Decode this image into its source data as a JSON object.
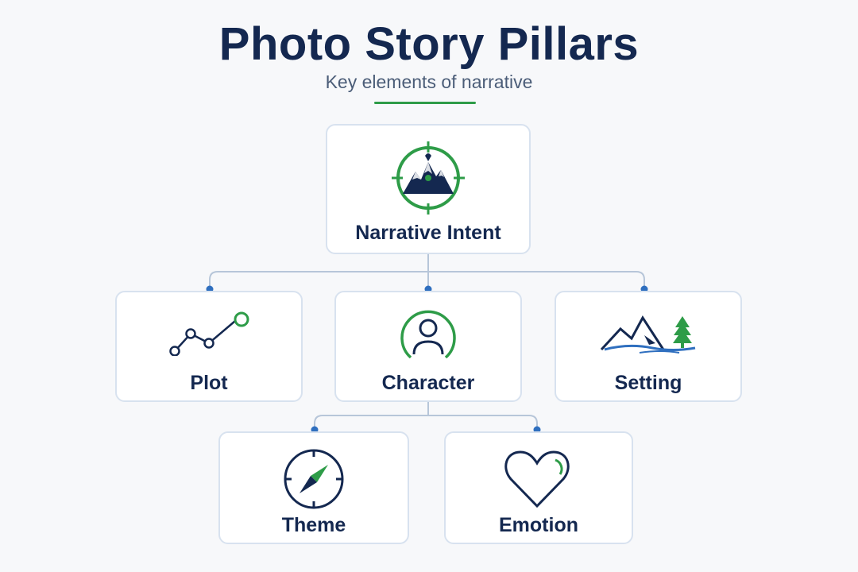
{
  "header": {
    "title": "Photo Story Pillars",
    "subtitle": "Key elements of narrative"
  },
  "colors": {
    "navy": "#142850",
    "green": "#2e9c48",
    "connector": "#b7c6d9",
    "node_dot": "#2f6fbf",
    "card_border": "#d8e2ef",
    "background": "#f7f8fa"
  },
  "nodes": {
    "root": {
      "label": "Narrative Intent",
      "icon": "mountain-target-icon"
    },
    "plot": {
      "label": "Plot",
      "icon": "line-graph-icon"
    },
    "character": {
      "label": "Character",
      "icon": "person-icon"
    },
    "setting": {
      "label": "Setting",
      "icon": "landscape-icon"
    },
    "theme": {
      "label": "Theme",
      "icon": "compass-icon"
    },
    "emotion": {
      "label": "Emotion",
      "icon": "heart-icon"
    }
  },
  "edges": [
    [
      "root",
      "plot"
    ],
    [
      "root",
      "character"
    ],
    [
      "root",
      "setting"
    ],
    [
      "character",
      "theme"
    ],
    [
      "character",
      "emotion"
    ]
  ]
}
